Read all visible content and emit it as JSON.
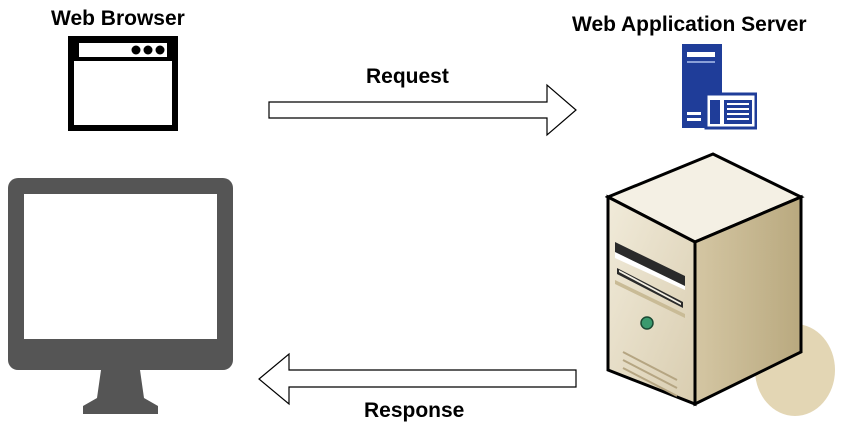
{
  "labels": {
    "client": "Web Browser",
    "server": "Web Application Server",
    "request": "Request",
    "response": "Response"
  },
  "icons": {
    "browser_window": "browser-window-icon",
    "server_app": "application-server-icon",
    "monitor": "monitor-icon",
    "server_tower": "server-tower-icon",
    "request_arrow": "arrow-right-icon",
    "response_arrow": "arrow-left-icon"
  },
  "colors": {
    "text": "#000000",
    "browser_icon": "#000000",
    "monitor": "#555555",
    "server_app_blue": "#1f3d99",
    "server_tower_beige": "#e6dcc3",
    "server_indicator": "#3a9a6e",
    "arrow_outline": "#000000"
  }
}
